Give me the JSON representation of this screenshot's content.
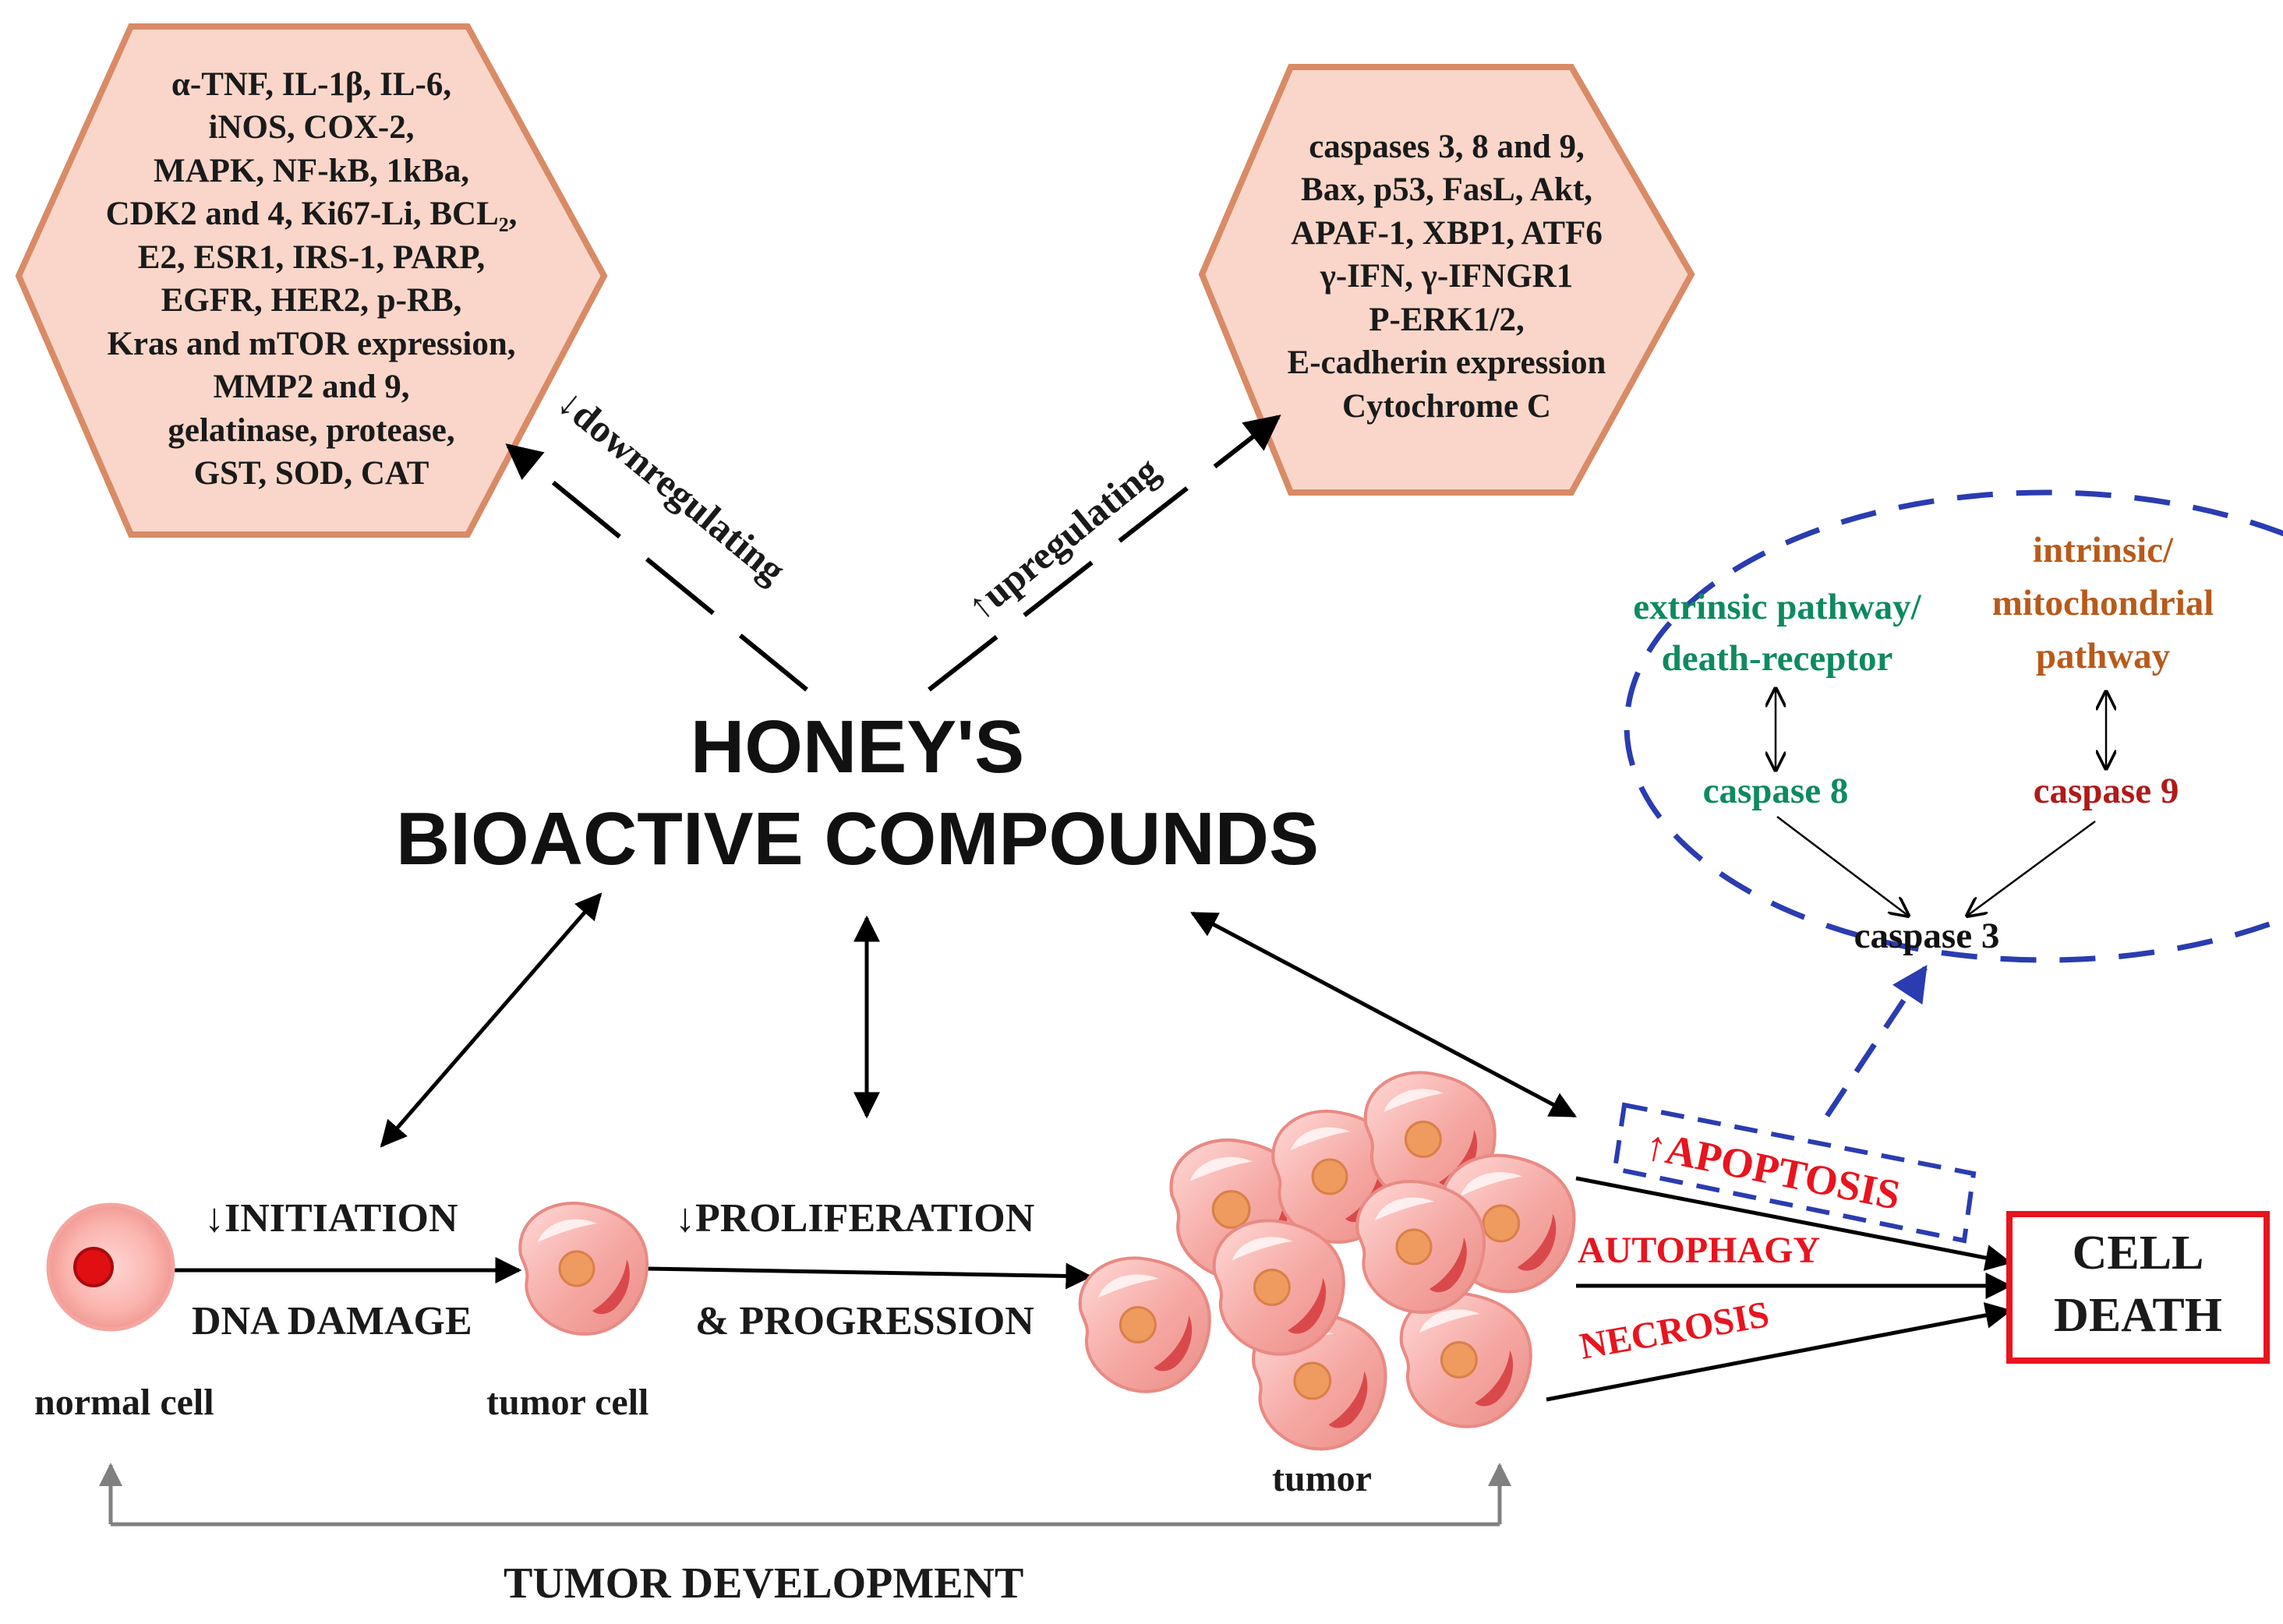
{
  "title": {
    "line1": "HONEY'S",
    "line2": "BIOACTIVE COMPOUNDS"
  },
  "downregulated": {
    "label": "↓downregulating",
    "items": [
      "α-TNF, IL-1β, IL-6,",
      "iNOS, COX-2,",
      "MAPK, NF-kB, 1kBa,",
      "CDK2 and 4, Ki67-Li, BCL₂,",
      "E2, ESR1, IRS-1, PARP,",
      "EGFR, HER2,  p-RB,",
      "Kras and mTOR expression,",
      "MMP2 and 9,",
      "gelatinase, protease,",
      "GST, SOD, CAT"
    ]
  },
  "upregulated": {
    "label": "↑upregulating",
    "items": [
      "caspases 3, 8 and 9,",
      "Bax, p53, FasL, Akt,",
      "APAF-1, XBP1, ATF6",
      "γ-IFN, γ-IFNGR1",
      "P-ERK1/2,",
      "E-cadherin expression",
      "Cytochrome C"
    ]
  },
  "apoptosis_pathways": {
    "extrinsic": [
      "extrinsic pathway/",
      "death-receptor"
    ],
    "intrinsic": [
      "intrinsic/",
      "mitochondrial",
      "pathway"
    ],
    "caspase8": "caspase 8",
    "caspase9": "caspase 9",
    "caspase3": "caspase 3"
  },
  "stages": {
    "initiation": "↓INITIATION",
    "dna_damage": "DNA DAMAGE",
    "proliferation": "↓PROLIFERATION",
    "progression": "& PROGRESSION",
    "normal_cell": "normal cell",
    "tumor_cell": "tumor cell",
    "tumor": "tumor",
    "tumor_development": "TUMOR DEVELOPMENT"
  },
  "outcomes": {
    "apoptosis": "↑APOPTOSIS",
    "autophagy": "AUTOPHAGY",
    "necrosis": "NECROSIS",
    "cell_death": [
      "CELL",
      "DEATH"
    ]
  },
  "colors": {
    "hex_fill": "#f9d6c9",
    "hex_stroke": "#d98a66",
    "extrinsic_green": "#0e8a5f",
    "intrinsic_brown": "#b85a1a",
    "caspase9_red": "#b01a1a",
    "accent_red": "#e8141e",
    "dashed_blue": "#2a3cb0",
    "gray_arrow": "#808080"
  }
}
